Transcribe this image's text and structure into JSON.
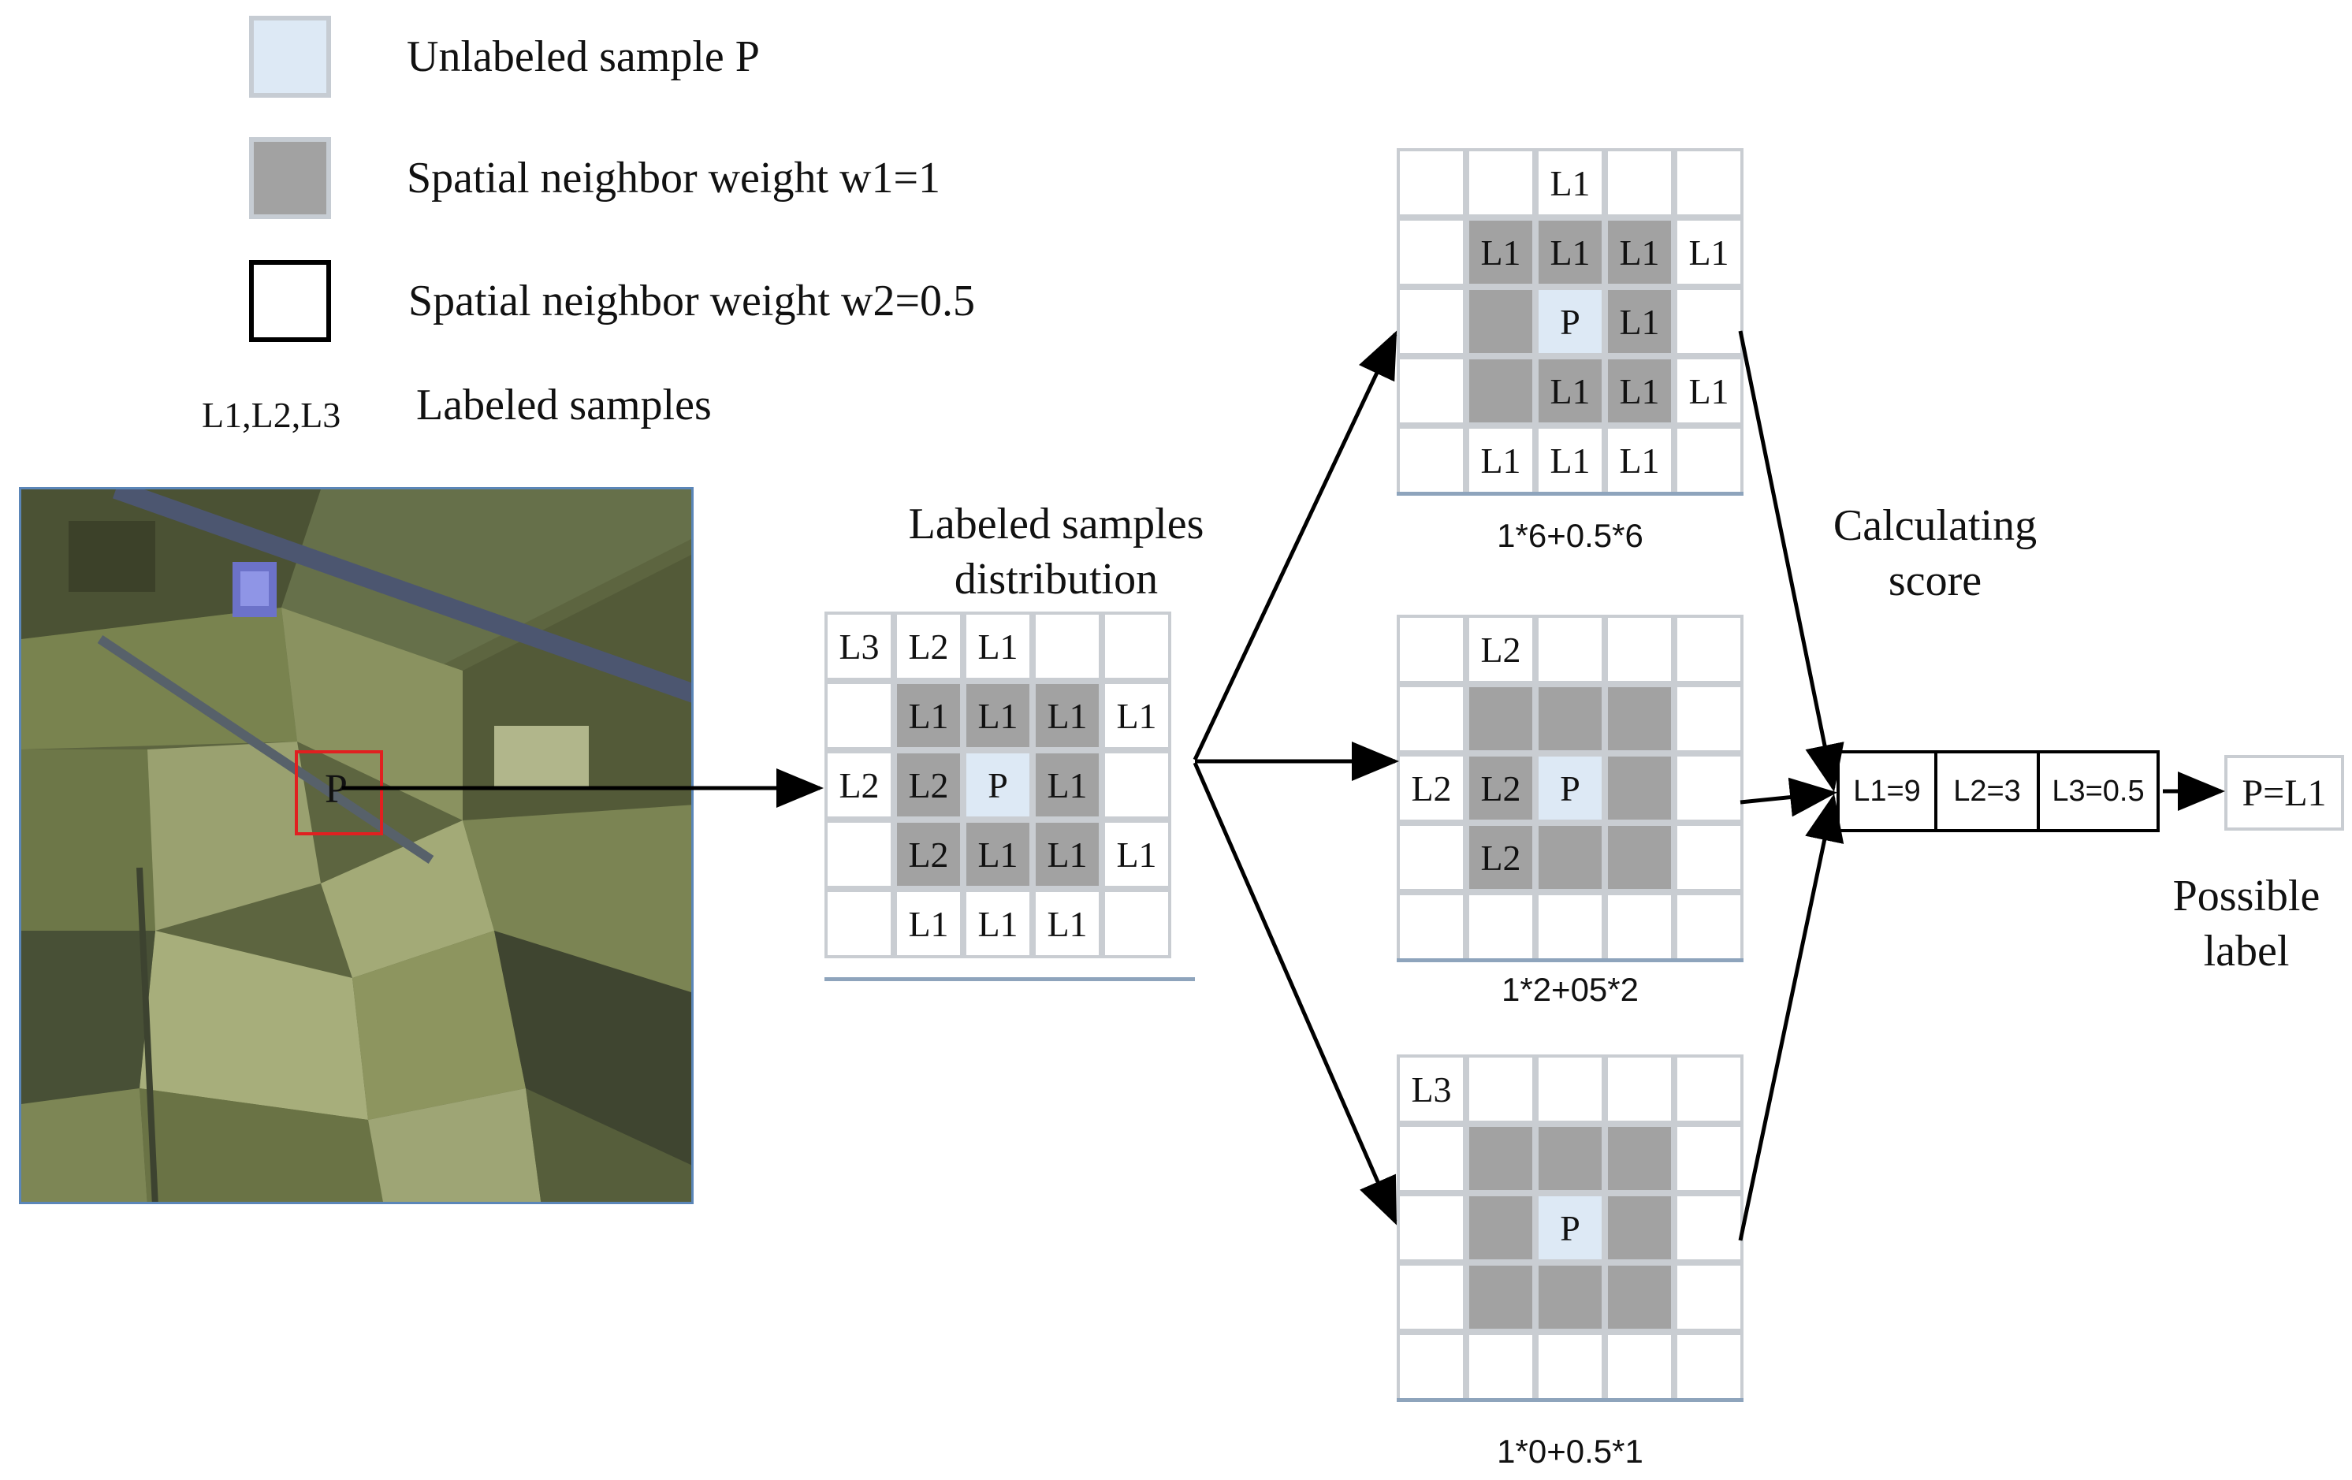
{
  "legend": {
    "unlabeled": "Unlabeled sample P",
    "weight1": "Spatial neighbor weight w1=1",
    "weight2": "Spatial neighbor weight w2=0.5",
    "labeled_key": "L1,L2,L3",
    "labeled": "Labeled samples"
  },
  "map_point_label": "P",
  "distribution_title_line1": "Labeled samples",
  "distribution_title_line2": "distribution",
  "calc_title_line1": "Calculating",
  "calc_title_line2": "score",
  "possible_line1": "Possible",
  "possible_line2": "label",
  "scores": [
    "L1=9",
    "L2=3",
    "L3=0.5"
  ],
  "result": "P=L1",
  "formulas": [
    "1*6+0.5*6",
    "1*2+05*2",
    "1*0+0.5*1"
  ],
  "colors": {
    "unlabeled": "#dde9f5",
    "weight1": "#a2a2a2",
    "selection": "#e02020"
  },
  "grids": {
    "distribution": {
      "labels": [
        [
          "L3",
          "L2",
          "L1",
          "",
          ""
        ],
        [
          "",
          "L1",
          "L1",
          "L1",
          "L1"
        ],
        [
          "L2",
          "L2",
          "P",
          "L1",
          ""
        ],
        [
          "",
          "L2",
          "L1",
          "L1",
          "L1"
        ],
        [
          "",
          "L1",
          "L1",
          "L1",
          ""
        ]
      ],
      "grey": [
        [
          0,
          0,
          0,
          0,
          0
        ],
        [
          0,
          1,
          1,
          1,
          0
        ],
        [
          0,
          1,
          0,
          1,
          0
        ],
        [
          0,
          1,
          1,
          1,
          0
        ],
        [
          0,
          0,
          0,
          0,
          0
        ]
      ]
    },
    "l1": {
      "labels": [
        [
          "",
          "",
          "L1",
          "",
          ""
        ],
        [
          "",
          "L1",
          "L1",
          "L1",
          "L1"
        ],
        [
          "",
          "",
          "P",
          "L1",
          ""
        ],
        [
          "",
          "",
          "L1",
          "L1",
          "L1"
        ],
        [
          "",
          "L1",
          "L1",
          "L1",
          ""
        ]
      ],
      "grey": [
        [
          0,
          0,
          0,
          0,
          0
        ],
        [
          0,
          1,
          1,
          1,
          0
        ],
        [
          0,
          1,
          0,
          1,
          0
        ],
        [
          0,
          1,
          1,
          1,
          0
        ],
        [
          0,
          0,
          0,
          0,
          0
        ]
      ]
    },
    "l2": {
      "labels": [
        [
          "",
          "L2",
          "",
          "",
          ""
        ],
        [
          "",
          "",
          "",
          "",
          ""
        ],
        [
          "L2",
          "L2",
          "P",
          "",
          ""
        ],
        [
          "",
          "L2",
          "",
          "",
          ""
        ],
        [
          "",
          "",
          "",
          "",
          ""
        ]
      ],
      "grey": [
        [
          0,
          0,
          0,
          0,
          0
        ],
        [
          0,
          1,
          1,
          1,
          0
        ],
        [
          0,
          1,
          0,
          1,
          0
        ],
        [
          0,
          1,
          1,
          1,
          0
        ],
        [
          0,
          0,
          0,
          0,
          0
        ]
      ]
    },
    "l3": {
      "labels": [
        [
          "L3",
          "",
          "",
          "",
          ""
        ],
        [
          "",
          "",
          "",
          "",
          ""
        ],
        [
          "",
          "",
          "P",
          "",
          ""
        ],
        [
          "",
          "",
          "",
          "",
          ""
        ],
        [
          "",
          "",
          "",
          "",
          ""
        ]
      ],
      "grey": [
        [
          0,
          0,
          0,
          0,
          0
        ],
        [
          0,
          1,
          1,
          1,
          0
        ],
        [
          0,
          1,
          0,
          1,
          0
        ],
        [
          0,
          1,
          1,
          1,
          0
        ],
        [
          0,
          0,
          0,
          0,
          0
        ]
      ]
    }
  }
}
